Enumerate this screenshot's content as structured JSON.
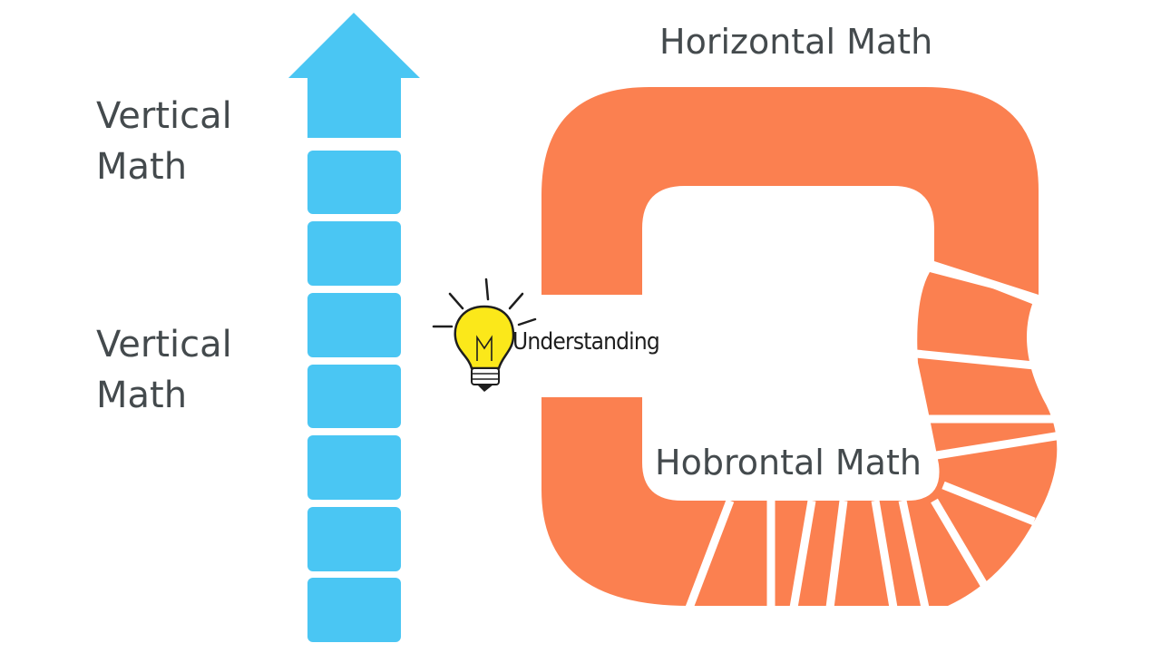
{
  "labels": {
    "vertical_1": "Vertical Math",
    "vertical_2": "Vertical Math",
    "horizontal_top": "Horizontal Math",
    "horizontal_bottom": "Hobrontal Math",
    "center": "Understanding"
  },
  "colors": {
    "vertical_blue": "#4ac6f3",
    "horizontal_orange": "#fb8050",
    "bulb_yellow": "#fbe81a",
    "text_gray": "#444a4d"
  },
  "icons": {
    "arrow": "up-arrow-icon",
    "bulb": "lightbulb-icon"
  }
}
